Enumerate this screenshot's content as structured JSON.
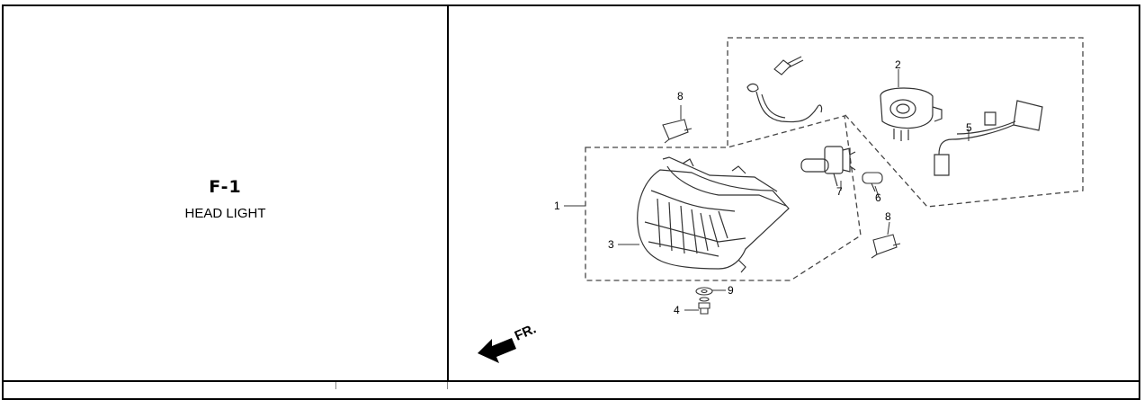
{
  "section": {
    "code": "F-1",
    "title": "HEAD LIGHT"
  },
  "diagram": {
    "callouts": [
      "1",
      "2",
      "3",
      "4",
      "5",
      "6",
      "7",
      "8",
      "8",
      "9"
    ],
    "direction_label": "FR."
  },
  "icons": [
    "headlight-assembly-icon",
    "bulb-icon",
    "socket-icon",
    "wire-harness-icon",
    "screw-icon",
    "arrow-icon"
  ]
}
